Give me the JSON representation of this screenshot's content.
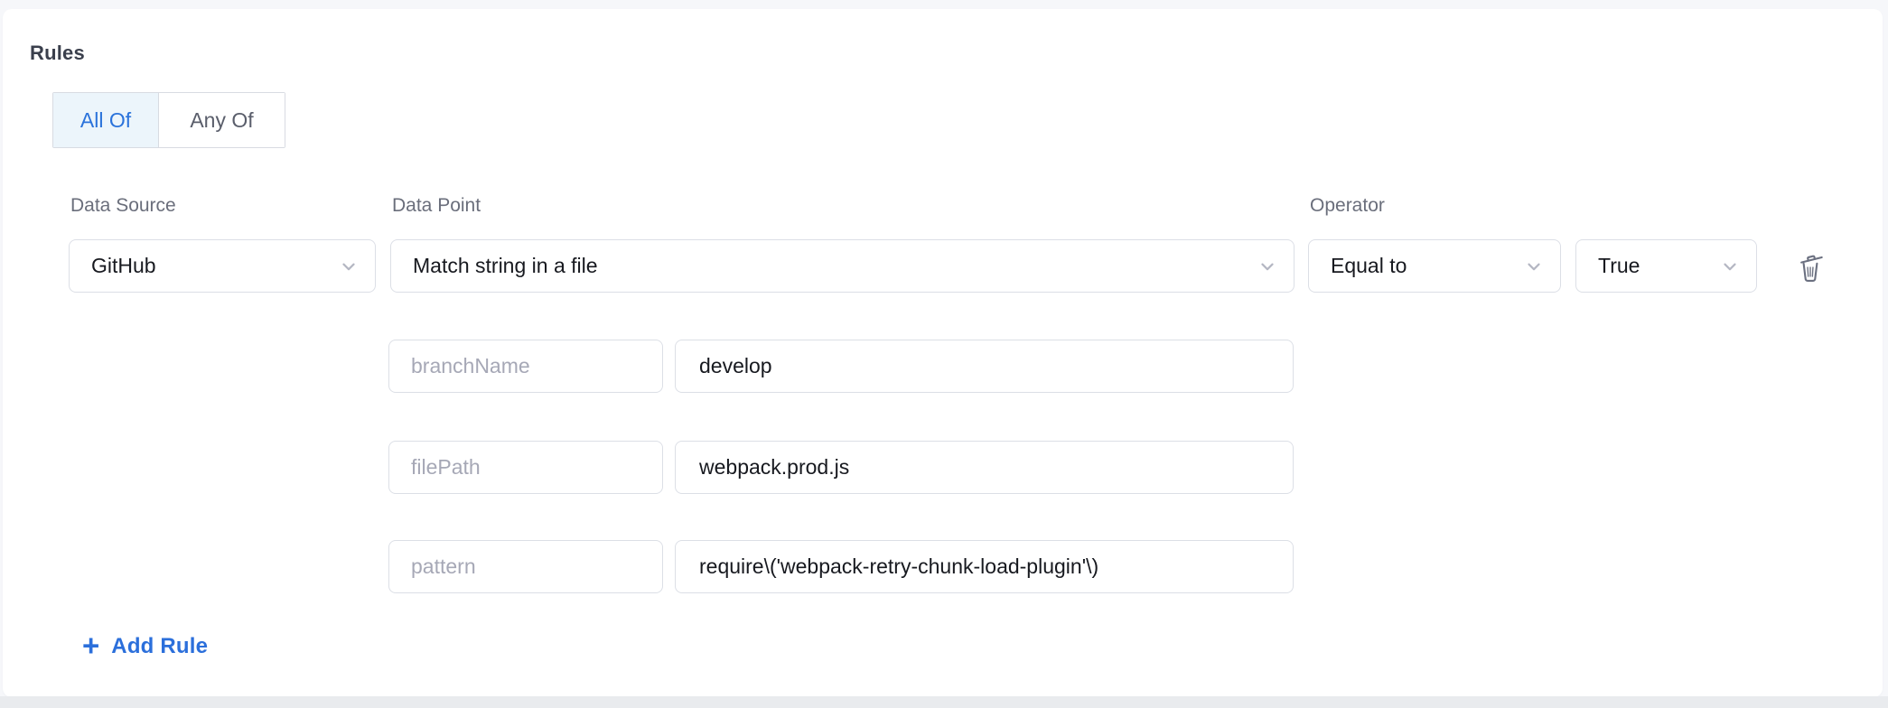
{
  "rules_section": {
    "title": "Rules",
    "match_modes": [
      {
        "label": "All Of",
        "selected": true
      },
      {
        "label": "Any Of",
        "selected": false
      }
    ],
    "rule": {
      "data_source": {
        "label": "Data Source",
        "value": "GitHub"
      },
      "data_point": {
        "label": "Data Point",
        "value": "Match string in a file"
      },
      "operator": {
        "label": "Operator",
        "value": "Equal to"
      },
      "expected_value": {
        "value": "True"
      },
      "params": [
        {
          "key": "branchName",
          "value": "develop"
        },
        {
          "key": "filePath",
          "value": "webpack.prod.js"
        },
        {
          "key": "pattern",
          "value": "require\\('webpack-retry-chunk-load-plugin'\\)"
        }
      ]
    },
    "add_rule_label": "Add Rule",
    "add_rule_plus": "+"
  },
  "icons": {
    "dropdown": "chevron-down",
    "delete": "trash",
    "add": "plus"
  },
  "colors": {
    "accent_blue": "#2b73db",
    "selected_toggle_bg": "#ecf5fb",
    "control_border": "#dcdfe6",
    "label_gray": "#6a6e7b",
    "disabled_key_text": "#a6a8b6",
    "page_bg": "#f6f7fa",
    "bottom_strip": "#e9ebee"
  }
}
